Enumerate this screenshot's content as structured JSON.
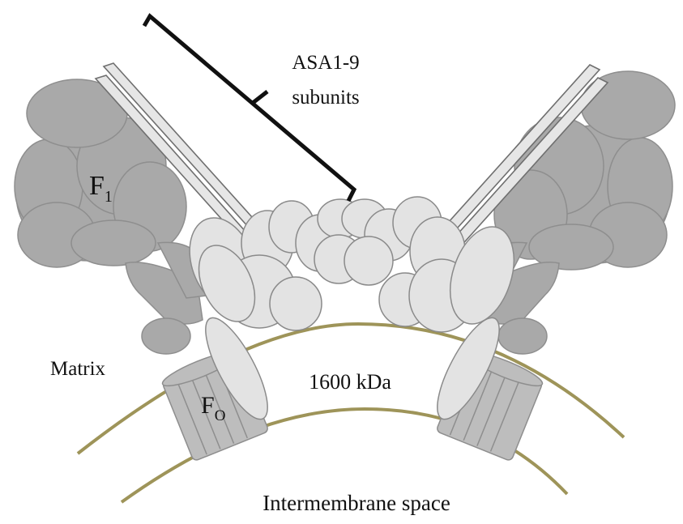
{
  "labels": {
    "asa": "ASA1-9",
    "asa_sub": "subunits",
    "f1_main": "F",
    "f1_sub": "1",
    "fo_main": "F",
    "fo_sub": "O",
    "matrix": "Matrix",
    "mass": "1600 kDa",
    "intermembrane": "Intermembrane space"
  },
  "colors": {
    "dark_subunit": "#a9a9a9",
    "light_subunit": "#e3e3e3",
    "membrane": "#9e9459",
    "bracket": "#111111"
  }
}
